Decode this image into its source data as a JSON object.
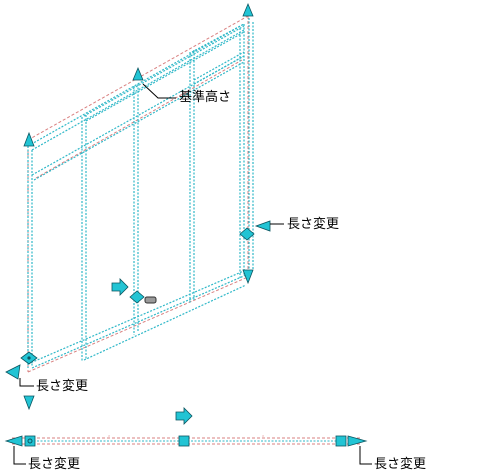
{
  "colors": {
    "frame": "#2fb8c8",
    "frame_light": "#7dd6e0",
    "hidden_line": "#d98080",
    "grip_fill": "#22c4d4",
    "grip_stroke": "#0b5560",
    "leader": "#000000",
    "background": "#ffffff"
  },
  "labels": {
    "base_height": "基準高さ",
    "change_length_right": "長さ変更",
    "change_length_left": "長さ変更",
    "change_length_bottom_left": "長さ変更",
    "change_length_bottom_right": "長さ変更"
  },
  "icons": {
    "arrow_up": "triangle-up-icon",
    "arrow_down": "triangle-down-icon",
    "arrow_left": "triangle-left-icon",
    "arrow_right": "triangle-right-icon",
    "diamond": "diamond-grip-icon",
    "square": "square-grip-icon",
    "move_arrow": "move-arrow-icon",
    "rect_grip": "rounded-rect-grip-icon"
  }
}
